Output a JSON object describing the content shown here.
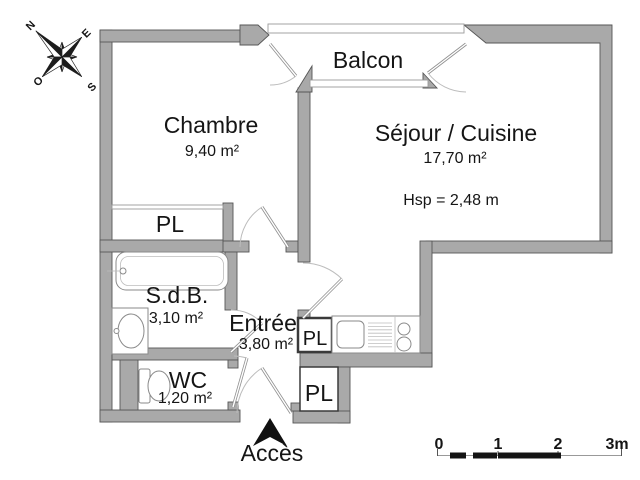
{
  "plan_type": "apartment-floor-plan",
  "compass": {
    "north": "N",
    "east": "E",
    "south": "S",
    "west": "O"
  },
  "rooms": {
    "balcon": {
      "label": "Balcon"
    },
    "chambre": {
      "label": "Chambre",
      "area": "9,40 m²"
    },
    "sejour": {
      "label": "Séjour / Cuisine",
      "area": "17,70 m²",
      "ceiling": "Hsp = 2,48 m"
    },
    "entree": {
      "label": "Entrée",
      "area": "3,80 m²"
    },
    "sdb": {
      "label": "S.d.B.",
      "area": "3,10 m²"
    },
    "wc": {
      "label": "WC",
      "area": "1,20 m²"
    },
    "closet_chambre": {
      "label": "PL"
    },
    "closet_cuisine": {
      "label": "PL"
    },
    "closet_entree": {
      "label": "PL"
    }
  },
  "entry": {
    "label": "Accès"
  },
  "scale_bar": {
    "labels": [
      "0",
      "1",
      "2",
      "3m"
    ]
  },
  "colors": {
    "wall_fill": "#a9a9a9",
    "wall_stroke": "#565656",
    "door_arc": "#bcbcbc",
    "text": "#151515",
    "scale_bar": "#141414",
    "background": "#ffffff"
  }
}
